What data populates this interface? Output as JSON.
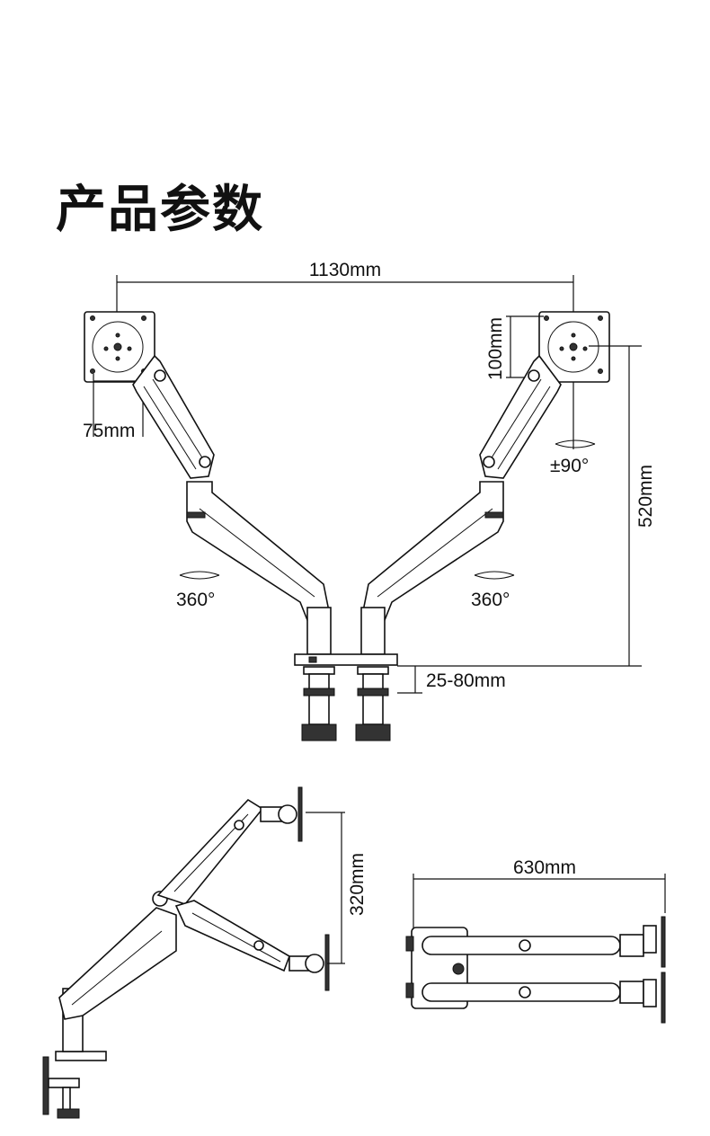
{
  "title": "产品参数",
  "dimensions": {
    "width_total": "1130mm",
    "vesa_height": "100mm",
    "vesa_width": "75mm",
    "height_max": "520mm",
    "rotation_left": "360°",
    "rotation_right": "360°",
    "tilt": "±90°",
    "desk_thickness": "25-80mm",
    "side_height": "320mm",
    "top_depth": "630mm"
  }
}
